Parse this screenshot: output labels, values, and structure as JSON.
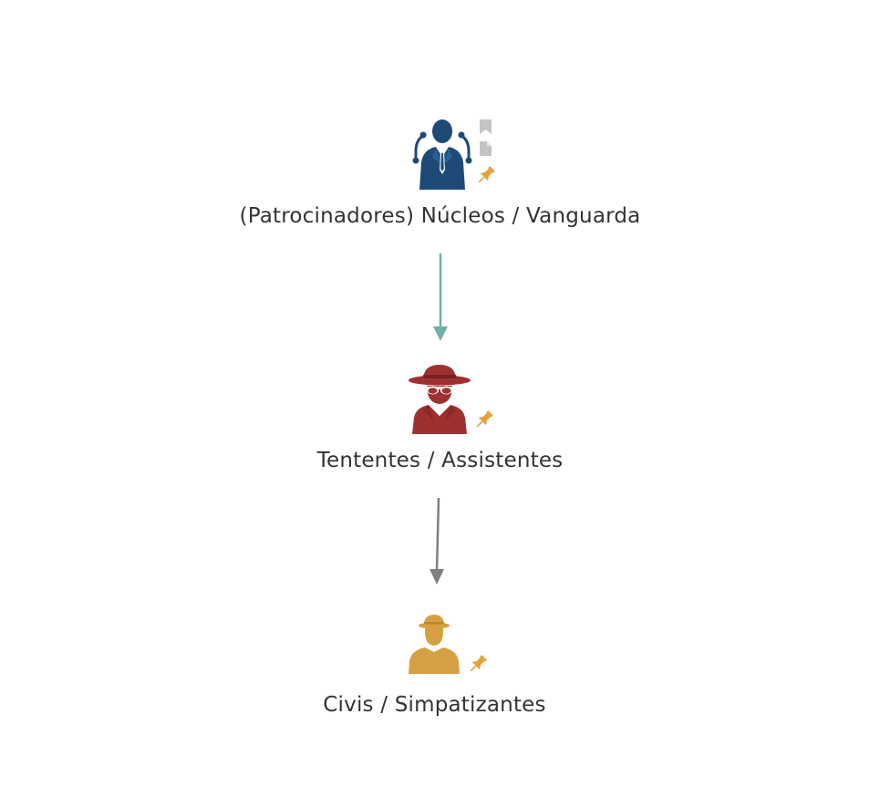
{
  "nodes": [
    {
      "id": "nucleos",
      "label": "(Patrocinadores) Núcleos / Vanguarda",
      "icon": "businessman-network-icon",
      "color": "#1e4a78",
      "markers": [
        "bookmark-icon",
        "document-icon",
        "pin-icon"
      ]
    },
    {
      "id": "tententes",
      "label": "Tententes / Assistentes",
      "icon": "spy-agent-icon",
      "color": "#a03030",
      "markers": [
        "pin-icon"
      ]
    },
    {
      "id": "civis",
      "label": "Civis / Simpatizantes",
      "icon": "civilian-person-icon",
      "color": "#d6a042",
      "markers": [
        "pin-icon"
      ]
    }
  ],
  "edges": [
    {
      "from": "nucleos",
      "to": "tententes",
      "color": "#72b0a6"
    },
    {
      "from": "tententes",
      "to": "civis",
      "color": "#808080"
    }
  ],
  "colors": {
    "pin": "#e3a33a",
    "marker_gray": "#c4c4c4",
    "label_text": "#333333"
  }
}
